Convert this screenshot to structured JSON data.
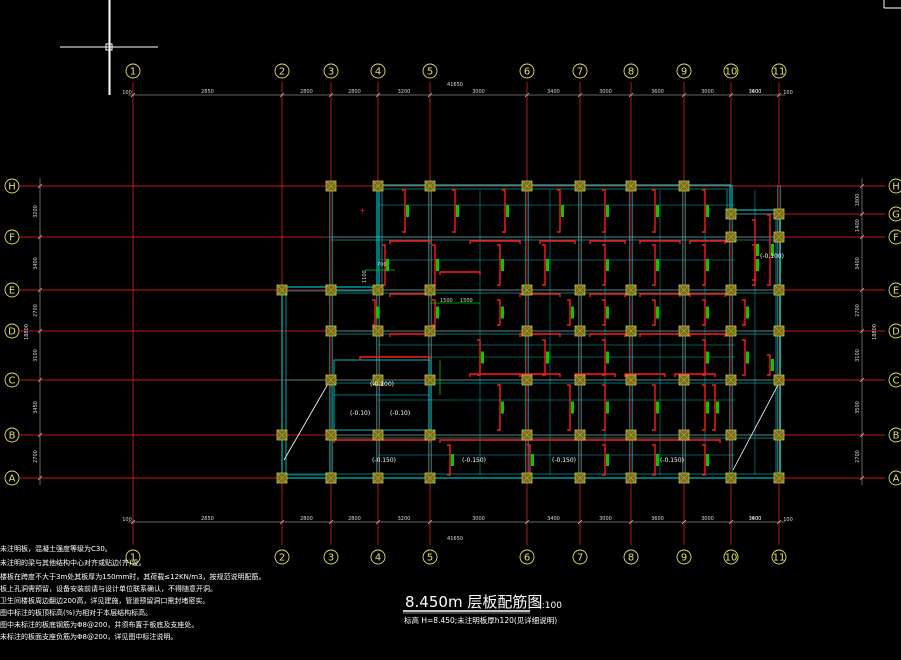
{
  "drawing": {
    "title": "8.450m 层板配筋图",
    "scale": "1:100",
    "subtitle": "标高 H=8.450;未注明板厚h120(见详细说明)"
  },
  "grid": {
    "columns": [
      "1",
      "2",
      "3",
      "4",
      "5",
      "6",
      "7",
      "8",
      "9",
      "10",
      "11"
    ],
    "rows": [
      "A",
      "B",
      "C",
      "D",
      "E",
      "F",
      "G",
      "H"
    ],
    "top_spacings": [
      "2850",
      "2800",
      "2800",
      "3200",
      "3000",
      "3400",
      "3000",
      "3600",
      "3000",
      "3400",
      "3600"
    ],
    "bottom_spacings": [
      "2850",
      "2800",
      "2800",
      "3200",
      "3000",
      "3400",
      "3000",
      "3600",
      "3000",
      "3400",
      "3600"
    ],
    "overall_horizontal": "41650",
    "edge_offset": "100",
    "left_spacings": [
      "2700",
      "3450",
      "3100",
      "2700",
      "3400",
      "3200"
    ],
    "right_spacings": [
      "2700",
      "3500",
      "3100",
      "2700",
      "3400",
      "1400",
      "1800"
    ],
    "overall_vertical": "18800"
  },
  "slab_elevations": [
    "(-0.150)",
    "(-0.150)",
    "(-0.150)",
    "(-0.150)",
    "(-0.100)",
    "(-0.100)",
    "(-0.10)",
    "(-0.10)"
  ],
  "annotations": {
    "dim_a": "1500",
    "dim_b": "1500",
    "dim_c": "700",
    "dim_d": "1100"
  },
  "notes": [
    "未注明板，混凝土强度等级为C30。",
    "未注明的梁与其他结构中心对齐或贴边(齐)设。",
    "楼板在跨度不大于3m处其板厚为150mm时，其荷载≤12KN/m3，按规范说明配筋。",
    "板上孔洞需预留，设备安装前请与设计单位联系确认，不得随意开洞。",
    "卫生间楼板周边翻边200高，详见建施，管道预留洞口需封堵密实。",
    "图中标注的板顶标高(%)为相对于本层结构标高。",
    "图中未标注的板底钢筋为Φ8@200，并须布置于板底及支座处。",
    "未标注的板面支座负筋为Φ8@200，详见图中标注说明。"
  ],
  "colors": {
    "axis": "#ff2020",
    "beam": "#00e5e5",
    "rebar": "#ff1a1a",
    "bubble": "#e0e060",
    "column": "#c8c040",
    "dimension": "#c8c8c8",
    "rebar_label": "#00cc00"
  }
}
